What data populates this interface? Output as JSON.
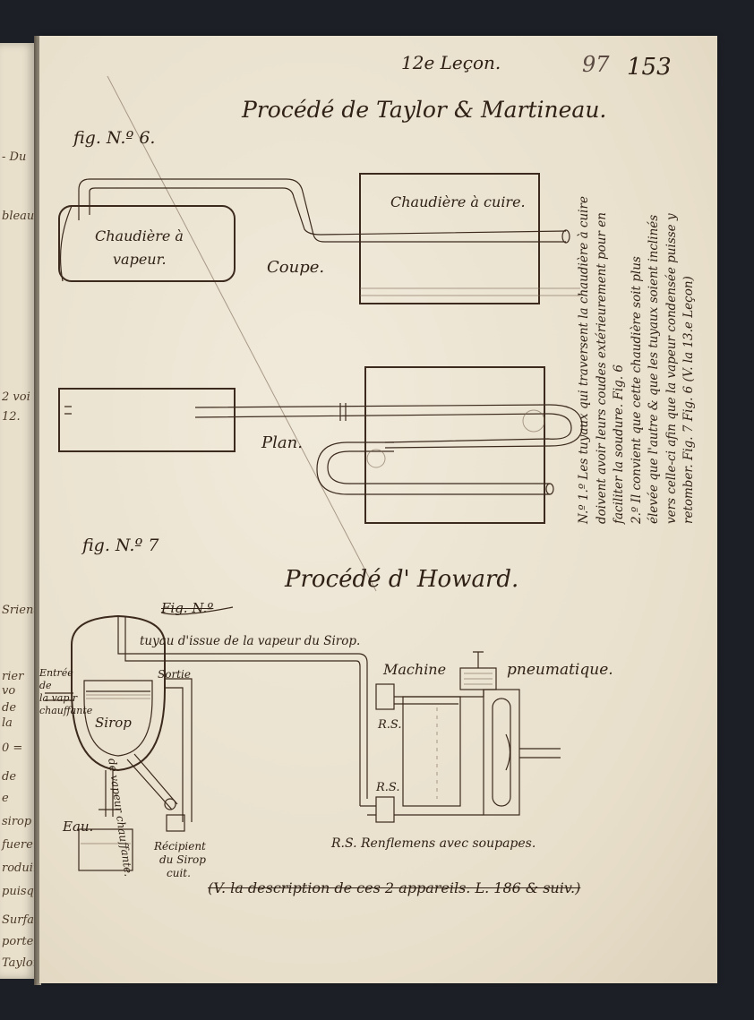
{
  "left_margin_fragments": [
    "- Du",
    "bleau",
    "2 voi",
    "12.",
    "Sriena",
    "rier",
    "vo",
    "de",
    "la",
    "0 =",
    "de",
    "e",
    "sirop",
    "fuere",
    "roduir",
    "puisqu",
    "Surfac",
    "porter",
    "Taylor"
  ],
  "header": {
    "lesson": "12e Leçon.",
    "page_number_pencil": "97",
    "page_number_ink": "153"
  },
  "section1": {
    "title": "Procédé de Taylor & Martineau.",
    "figure_label": "fig. N.º 6.",
    "labels": {
      "steam_boiler": [
        "Chaudière à",
        "vapeur."
      ],
      "cooking_boiler": "Chaudière à cuire.",
      "section_view": "Coupe.",
      "plan_view": "Plan."
    },
    "side_note": [
      "N.º 1.º Les tuyaux qui traversent la chaudière à cuire",
      "doivent avoir leurs coudes extérieurement pour en",
      "faciliter la soudure. Fig. 6",
      "2.º Il convient que cette chaudière soit plus",
      "élevée que l'autre & que les tuyaux soient inclinés",
      "vers celle-ci afin que la vapeur condensée puisse y",
      "retomber. Fig. 7 Fig. 6 (V. la 13.e Leçon)"
    ]
  },
  "section2": {
    "title": "Procédé d' Howard.",
    "figure_label": "fig. N.º 7",
    "struck_label": "Fig. N.º",
    "labels": {
      "vapour_outlet_pipe": "tuyau d'issue de la vapeur du Sirop.",
      "machine": "Machine",
      "pneumatic": "pneumatique.",
      "steam_inlet": [
        "Entrée",
        "de",
        "la vap.r",
        "chauffante"
      ],
      "steam_outlet": [
        "Sortie",
        "de vapeur chauffante."
      ],
      "syrup": "Sirop",
      "water": "Eau.",
      "syrup_receiver": [
        "Récipient",
        "du Sirop",
        "cuit."
      ],
      "valve_1": "R.S.",
      "valve_2": "R.S.",
      "legend": "R.S. Renflemens avec soupapes."
    },
    "struck_reference": "(V. la description de ces 2 appareils. L. 186 & suiv.)"
  }
}
